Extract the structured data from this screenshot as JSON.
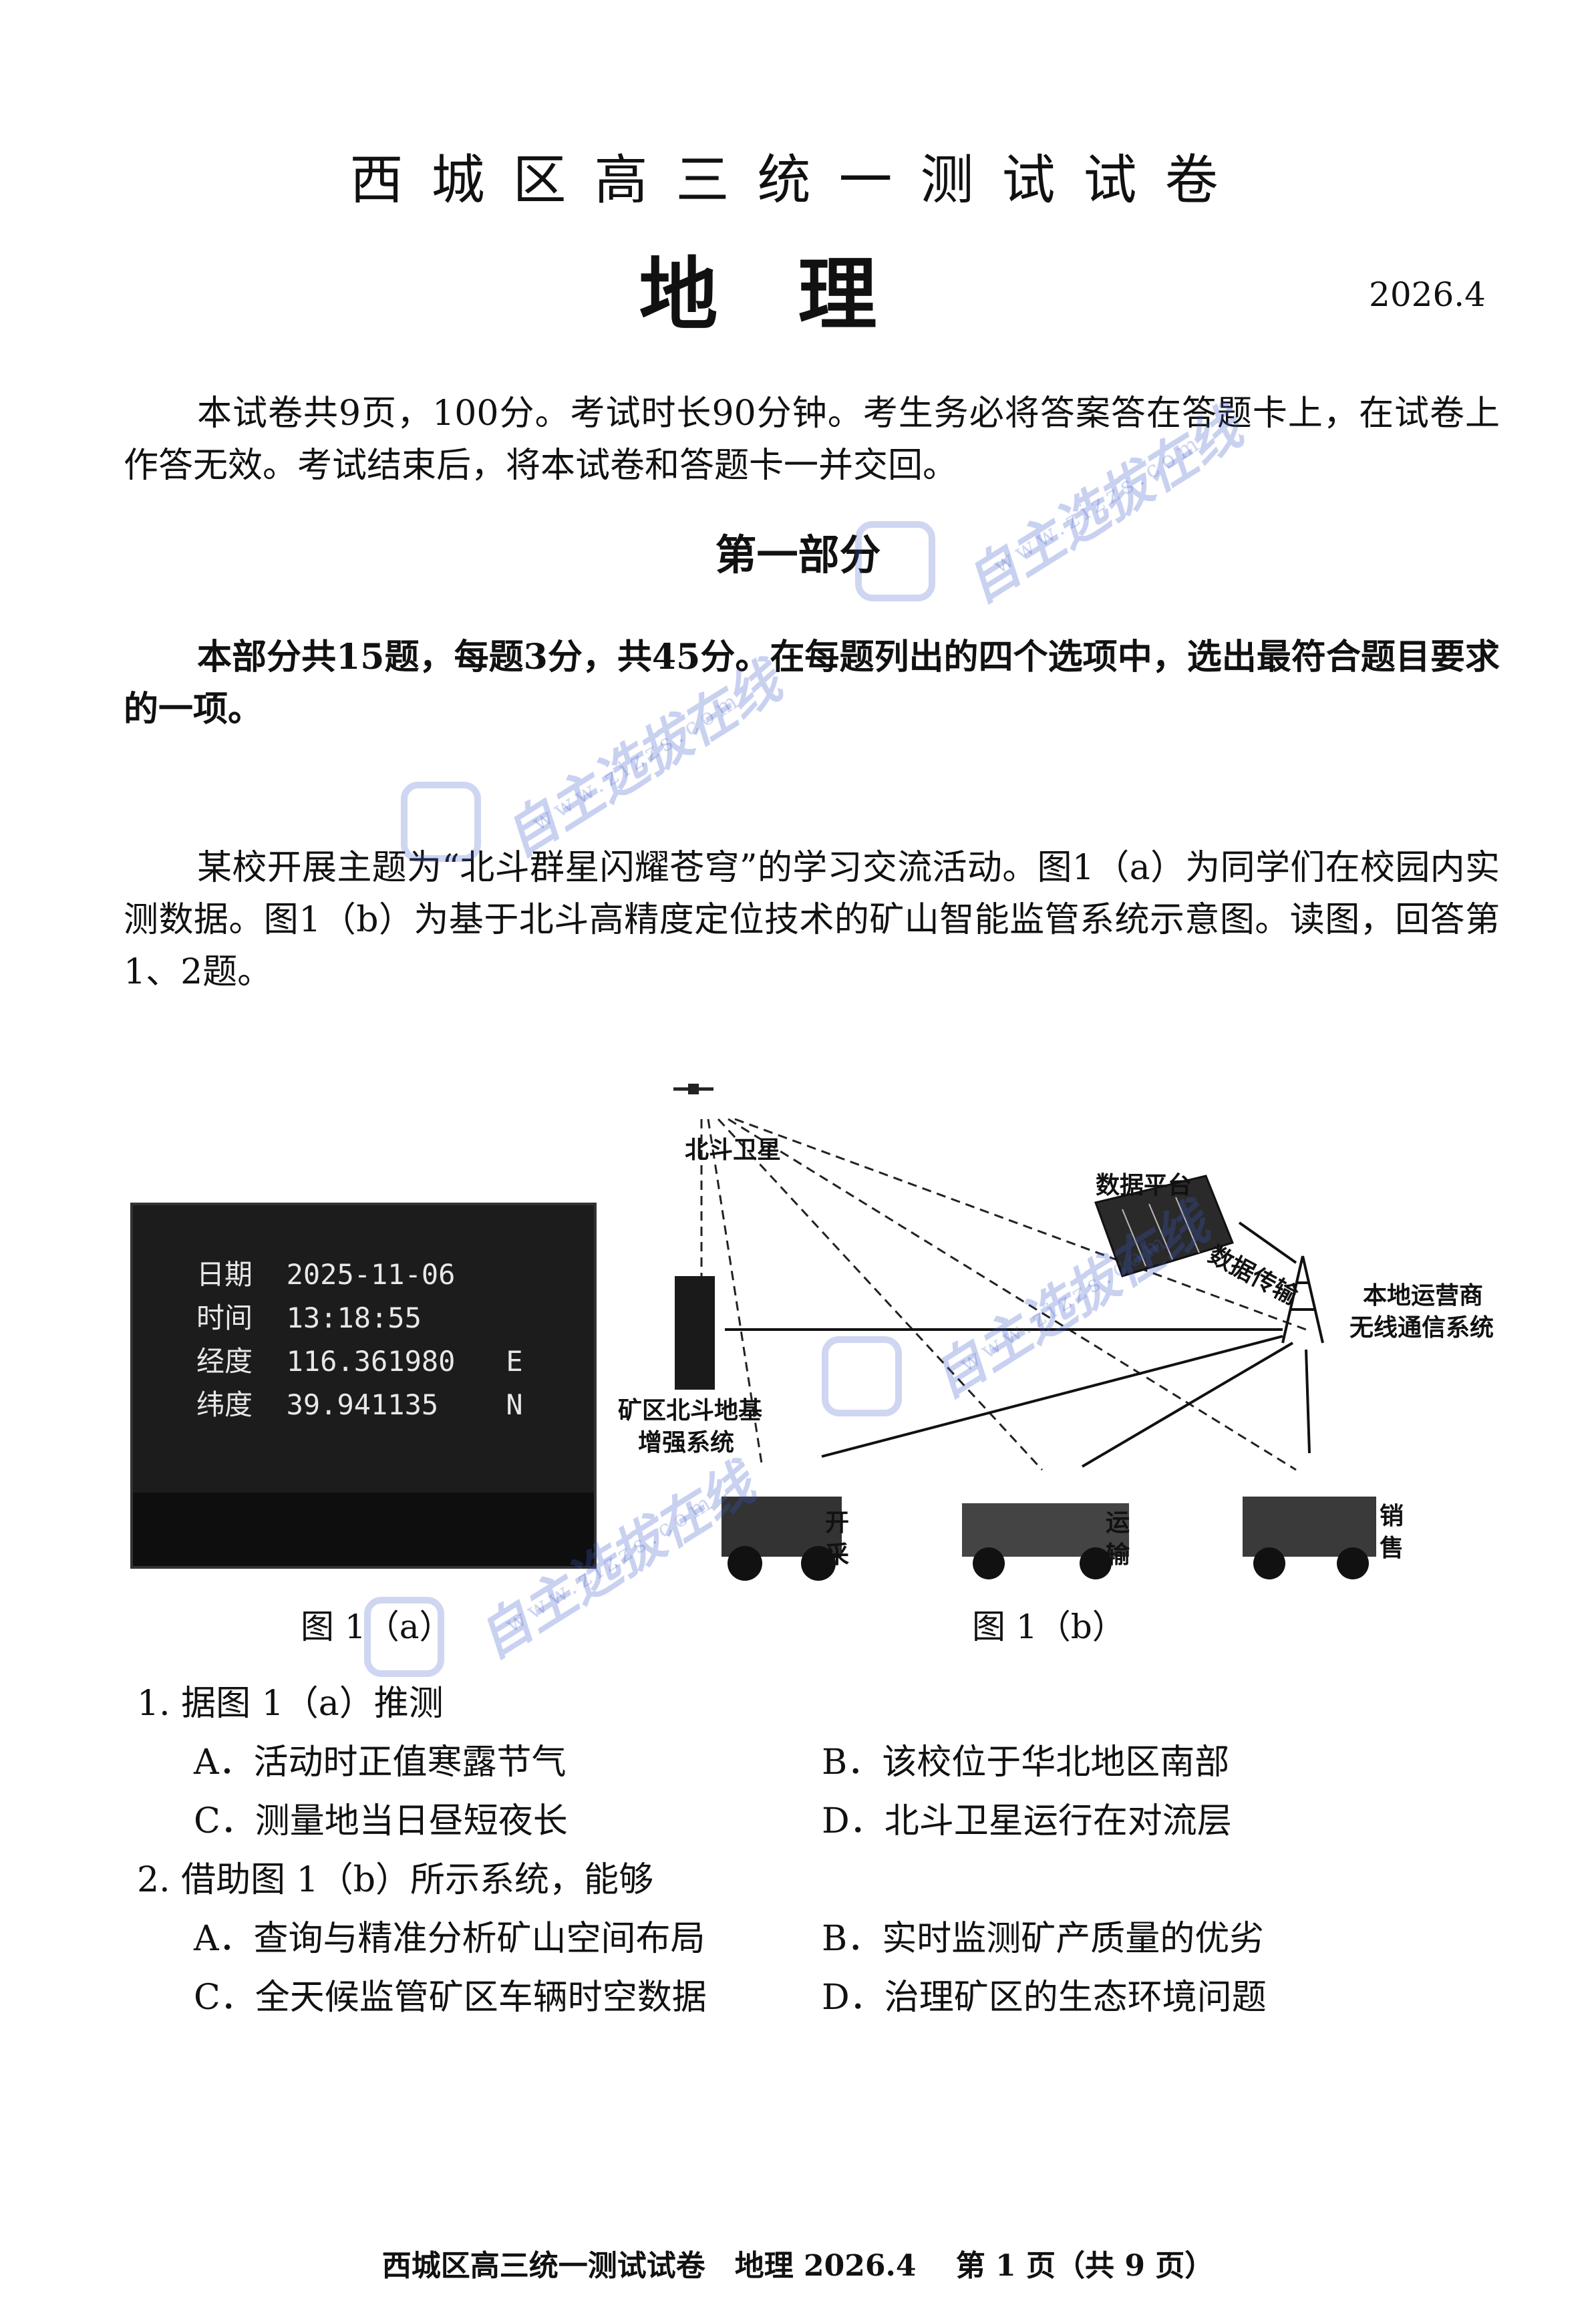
{
  "header": {
    "title": "西城区高三统一测试试卷",
    "subject": "地理",
    "date": "2026.4"
  },
  "intro": "本试卷共9页，100分。考试时长90分钟。考生务必将答案答在答题卡上，在试卷上作答无效。考试结束后，将本试卷和答题卡一并交回。",
  "section": {
    "title": "第一部分",
    "instructions": "本部分共15题，每题3分，共45分。在每题列出的四个选项中，选出最符合题目要求的一项。"
  },
  "stem": "某校开展主题为“北斗群星闪耀苍穹”的学习交流活动。图1（a）为同学们在校园内实测数据。图1（b）为基于北斗高精度定位技术的矿山智能监管系统示意图。读图，回答第1、2题。",
  "figure_a": {
    "rows": [
      {
        "label": "日期",
        "value": "2025-11-06"
      },
      {
        "label": "时间",
        "value": "13:18:55"
      },
      {
        "label": "经度",
        "value": "116.361980",
        "suffix": "E"
      },
      {
        "label": "纬度",
        "value": "39.941135",
        "suffix": "N"
      }
    ],
    "caption": "图 1（a）"
  },
  "figure_b": {
    "satellite": "北斗卫星",
    "platform": "数据平台",
    "transfer": "数据传输",
    "operator": [
      "本地运营商",
      "无线通信系统"
    ],
    "ground_station": [
      "矿区北斗地基",
      "增强系统"
    ],
    "mining": [
      "开",
      "采"
    ],
    "transport": [
      "运",
      "输"
    ],
    "sales": [
      "销",
      "售"
    ],
    "caption": "图 1（b）"
  },
  "questions": [
    {
      "stem": "1.  据图 1（a）推测",
      "options": [
        "A．活动时正值寒露节气",
        "B．该校位于华北地区南部",
        "C．测量地当日昼短夜长",
        "D．北斗卫星运行在对流层"
      ]
    },
    {
      "stem": "2.  借助图 1（b）所示系统，能够",
      "options": [
        "A．查询与精准分析矿山空间布局",
        "B．实时监测矿产质量的优劣",
        "C．全天候监管矿区车辆时空数据",
        "D．治理矿区的生态环境问题"
      ]
    }
  ],
  "watermark": {
    "text": "自主选拔在线",
    "url": "www.zizzs.com"
  },
  "footer": "西城区高三统一测试试卷　地理 2026.4　 第 1 页（共 9 页）"
}
